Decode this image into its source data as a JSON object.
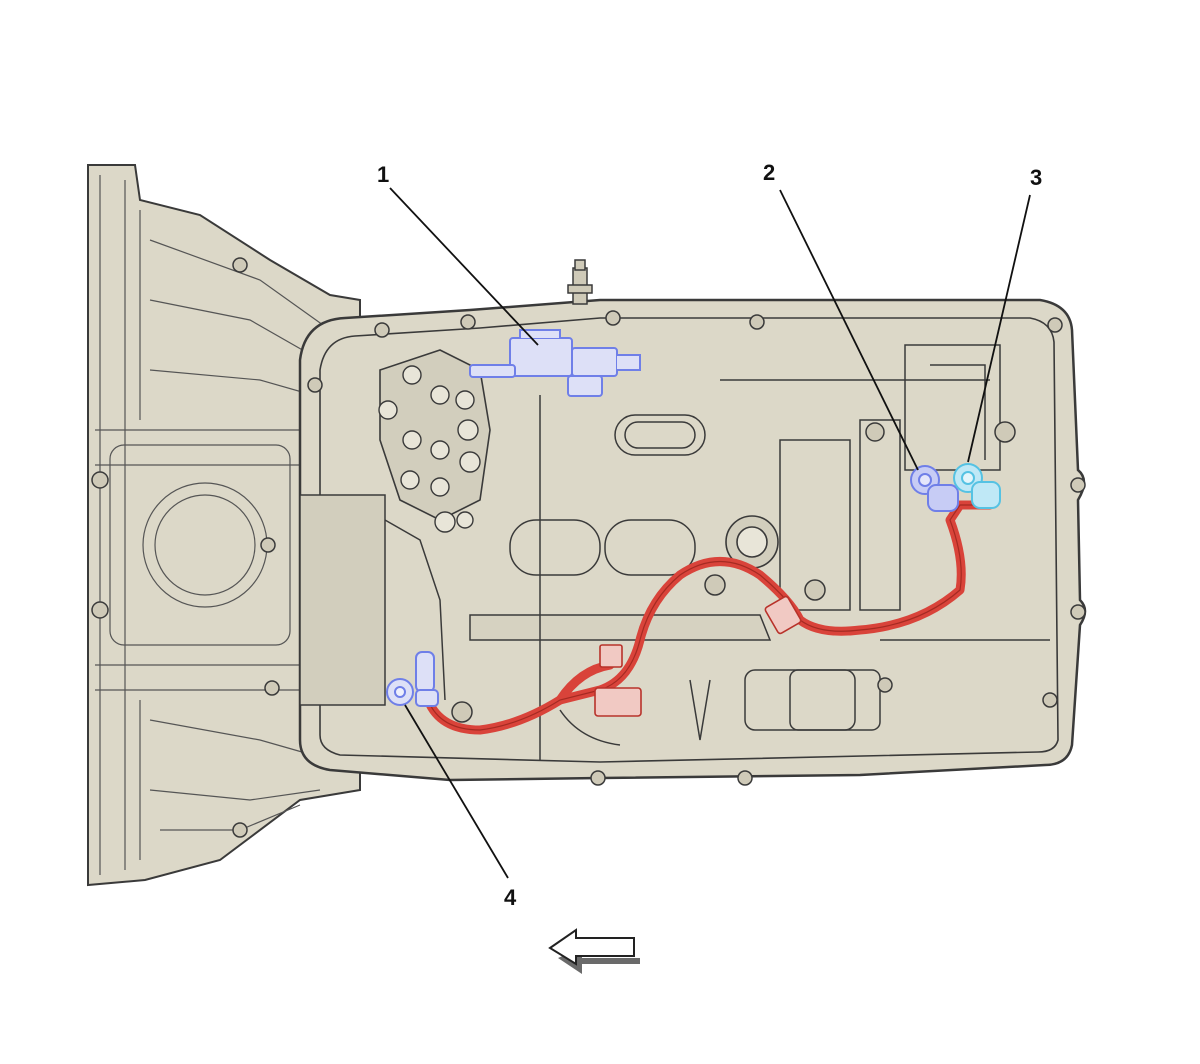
{
  "callouts": [
    {
      "label": "1"
    },
    {
      "label": "2"
    },
    {
      "label": "3"
    },
    {
      "label": "4"
    }
  ],
  "colors": {
    "housing": "#dcd8c8",
    "outline": "#3a3a3a",
    "harness": "#d9433a",
    "sensor_blue": "#6f7fe8",
    "sensor_cyan": "#55c2e3",
    "background": "#ffffff"
  },
  "icons": {
    "direction": "left-arrow-icon"
  }
}
